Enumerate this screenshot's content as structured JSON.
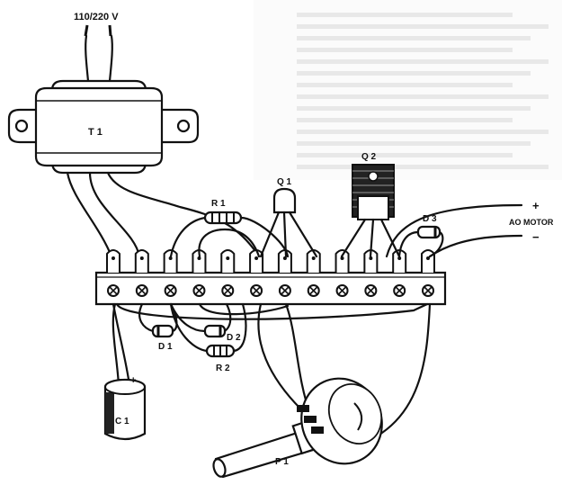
{
  "labels": {
    "mains": "110/220 V",
    "t1": "T 1",
    "q1": "Q 1",
    "q2": "Q 2",
    "r1": "R 1",
    "r2": "R 2",
    "d1": "D 1",
    "d2": "D 2",
    "d3": "D 3",
    "c1": "C 1",
    "p1": "P 1",
    "motor": "AO MOTOR",
    "plus": "+",
    "minus": "−",
    "c1_plus": "+"
  },
  "terminal_strip": {
    "terminal_count": 12
  }
}
